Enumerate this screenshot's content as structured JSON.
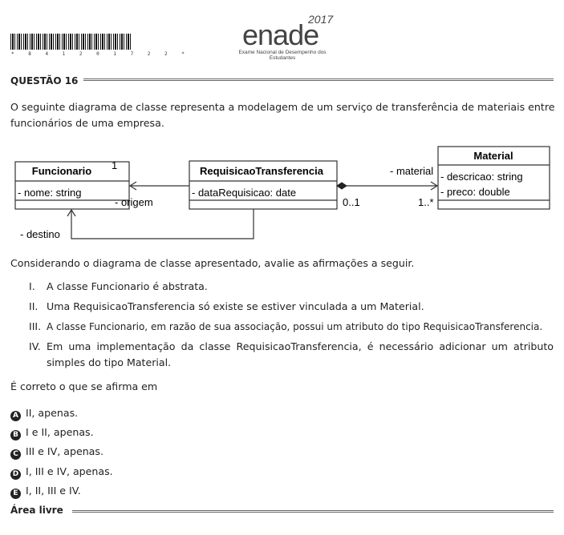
{
  "header": {
    "barcode_number": "* 8 4 1 2 0 1 7 2 2 *",
    "logo_word": "enade",
    "logo_year": "2017",
    "logo_subtitle": "Exame Nacional de Desempenho dos Estudantes"
  },
  "question": {
    "title": "QUESTÃO 16",
    "intro": "O seguinte diagrama de classe representa a modelagem de um serviço de transferência de materiais entre funcionários de uma empresa."
  },
  "diagram": {
    "classes": {
      "funcionario": {
        "name": "Funcionario",
        "attrs": [
          "- nome: string"
        ]
      },
      "requisicao": {
        "name": "RequisicaoTransferencia",
        "attrs": [
          "- dataRequisicao: date"
        ]
      },
      "material": {
        "name": "Material",
        "attrs": [
          "- descricao: string",
          "- preco: double"
        ]
      }
    },
    "labels": {
      "mult_funcionario": "1",
      "origem": "- origem",
      "destino": "- destino",
      "material_role": "- material",
      "mult_req": "0..1",
      "mult_material": "1..*"
    }
  },
  "prompt": "Considerando o diagrama de classe apresentado, avalie as afirmações a seguir.",
  "statements": [
    {
      "numeral": "I.",
      "text": "A classe Funcionario é abstrata."
    },
    {
      "numeral": "II.",
      "text": "Uma RequisicaoTransferencia só existe se estiver vinculada a um Material."
    },
    {
      "numeral": "III.",
      "text": "A classe Funcionario, em razão de sua associação, possui um atributo do tipo RequisicaoTransferencia."
    },
    {
      "numeral": "IV.",
      "text": "Em uma implementação da classe RequisicaoTransferencia, é necessário adicionar um atributo simples do tipo Material."
    }
  ],
  "answer_prompt": "É correto o que se afirma em",
  "options": [
    {
      "letter": "A",
      "text": "II, apenas."
    },
    {
      "letter": "B",
      "text": "I e II, apenas."
    },
    {
      "letter": "C",
      "text": "III e IV, apenas."
    },
    {
      "letter": "D",
      "text": "I, III e IV, apenas."
    },
    {
      "letter": "E",
      "text": "I, II, III e IV."
    }
  ],
  "footer": {
    "free_area": "Área livre"
  }
}
